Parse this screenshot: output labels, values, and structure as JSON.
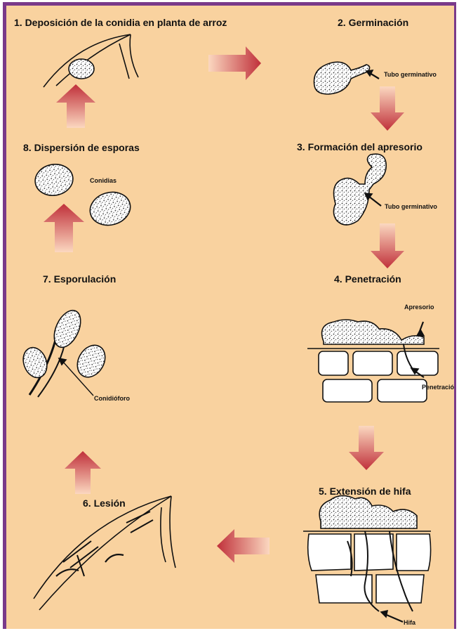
{
  "stages": {
    "s1": "1. Deposición de la conidia en planta de arroz",
    "s2": "2. Germinación",
    "s3": "3. Formación del apresorio",
    "s4": "4. Penetración",
    "s5": "5. Extensión de hifa",
    "s6": "6. Lesión",
    "s7": "7. Esporulación",
    "s8": "8. Dispersión de esporas"
  },
  "labels": {
    "tubo1": "Tubo germinativo",
    "tubo2": "Tubo germinativo",
    "apresorio": "Apresorio",
    "penetracion": "Penetració",
    "hifa": "Hifa",
    "conidias": "Conidias",
    "conidioforo": "Conidióforo"
  },
  "colors": {
    "background": "#f9d29f",
    "border": "#7a3a8a",
    "arrow_dark": "#c0303a",
    "arrow_light": "#f7c9b0"
  }
}
